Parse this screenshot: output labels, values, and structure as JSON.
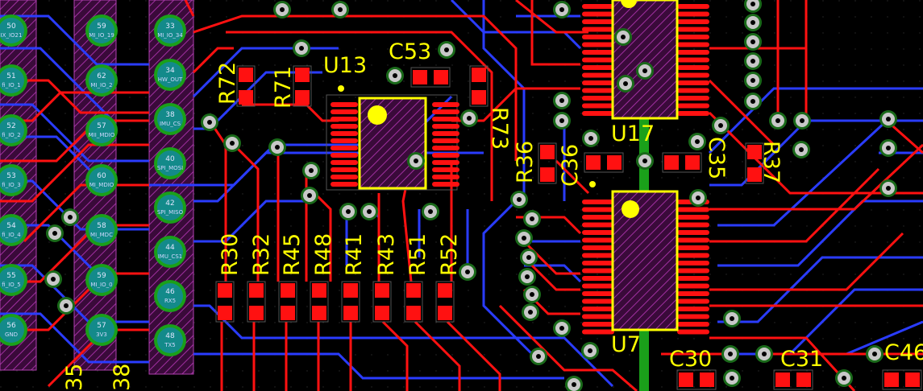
{
  "colors": {
    "background": "#000000",
    "top_copper": "#ff1111",
    "bottom_copper": "#2a3cff",
    "silkscreen": "#ffff00",
    "via_ring": "#3a9a3a",
    "pad_gray": "#c8c8c8",
    "header_hatch": "#8a1c8a",
    "inner_green": "#1aa01a"
  },
  "designators": {
    "u13": "U13",
    "u17": "U17",
    "u7": "U7",
    "c53": "C53",
    "c36": "C36",
    "c35": "C35",
    "c30": "C30",
    "c31": "C31",
    "c46": "C46",
    "r72": "R72",
    "r71": "R71",
    "r73": "R73",
    "r36": "R36",
    "r37": "R37",
    "r30": "R30",
    "r32": "R32",
    "r45": "R45",
    "r48": "R48",
    "r41": "R41",
    "r43": "R43",
    "r51": "R51",
    "r52": "R52",
    "edge_35": "35",
    "edge_38": "38"
  },
  "header_left": {
    "pins": [
      {
        "num": "50",
        "label": "IX_IO21"
      },
      {
        "num": "51",
        "label": "fi_IO_1"
      },
      {
        "num": "52",
        "label": "fi_IO_2"
      },
      {
        "num": "53",
        "label": "fi_IO_3"
      },
      {
        "num": "54",
        "label": "fi_IO_4"
      },
      {
        "num": "55",
        "label": "fi_IO_5"
      },
      {
        "num": "56",
        "label": "GND"
      }
    ]
  },
  "header_mid": {
    "pins": [
      {
        "num": "59",
        "label": "MI_IO_19"
      },
      {
        "num": "62",
        "label": "MI_IO_2"
      },
      {
        "num": "57",
        "label": "MII_MDIO"
      },
      {
        "num": "60",
        "label": "MI_MDIO"
      },
      {
        "num": "58",
        "label": "MI_MDC"
      },
      {
        "num": "59",
        "label": "MI_IO_0"
      },
      {
        "num": "57",
        "label": "3V3"
      }
    ]
  },
  "header_right": {
    "pins": [
      {
        "num": "33",
        "label": "MI_IO_34"
      },
      {
        "num": "34",
        "label": "HW_OUT"
      },
      {
        "num": "38",
        "label": "IMU_CS"
      },
      {
        "num": "40",
        "label": "SPI_MOSI"
      },
      {
        "num": "42",
        "label": "SPI_MISO"
      },
      {
        "num": "44",
        "label": "IMU_CS1"
      },
      {
        "num": "46",
        "label": "RX5"
      },
      {
        "num": "48",
        "label": "TX5"
      }
    ]
  }
}
